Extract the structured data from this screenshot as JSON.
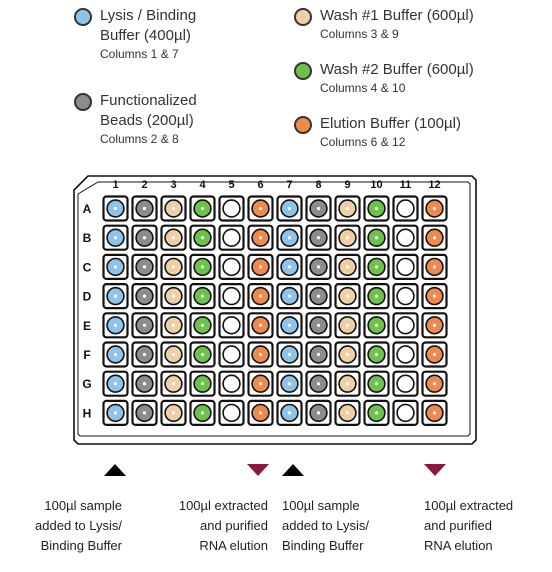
{
  "legend": {
    "lysis": {
      "line1": "Lysis / Binding",
      "line2": "Buffer (400µl)",
      "columns": "Columns 1 & 7",
      "color": "#8EC4EC"
    },
    "beads": {
      "line1": "Functionalized",
      "line2": "Beads (200µl)",
      "columns": "Columns 2 & 8",
      "color": "#8C8C8C"
    },
    "wash1": {
      "line1": "Wash #1 Buffer (600µl)",
      "columns": "Columns 3 & 9",
      "color": "#F0CFA4"
    },
    "wash2": {
      "line1": "Wash #2 Buffer (600µl)",
      "columns": "Columns 4 & 10",
      "color": "#6CC24A"
    },
    "elution": {
      "line1": "Elution Buffer (100µl)",
      "columns": "Columns 6 & 12",
      "color": "#F0894E"
    }
  },
  "plate": {
    "column_labels": [
      "1",
      "2",
      "3",
      "4",
      "5",
      "6",
      "7",
      "8",
      "9",
      "10",
      "11",
      "12"
    ],
    "row_labels": [
      "A",
      "B",
      "C",
      "D",
      "E",
      "F",
      "G",
      "H"
    ],
    "column_fill": [
      "lysis",
      "beads",
      "wash1",
      "wash2",
      "empty",
      "elution",
      "lysis",
      "beads",
      "wash1",
      "wash2",
      "empty",
      "elution"
    ],
    "empty_color": "#FFFFFF"
  },
  "annotations": {
    "sample1": {
      "line1": "100µl sample",
      "line2": "added to Lysis/",
      "line3": "Binding Buffer"
    },
    "extract1": {
      "line1": "100µl extracted",
      "line2": "and purified",
      "line3": "RNA elution"
    },
    "sample2": {
      "line1": "100µl sample",
      "line2": "added to Lysis/",
      "line3": "Binding Buffer"
    },
    "extract2": {
      "line1": "100µl extracted",
      "line2": "and purified",
      "line3": "RNA elution"
    }
  },
  "markers": {
    "up_color": "#000000",
    "down_color": "#8B1A3A"
  }
}
